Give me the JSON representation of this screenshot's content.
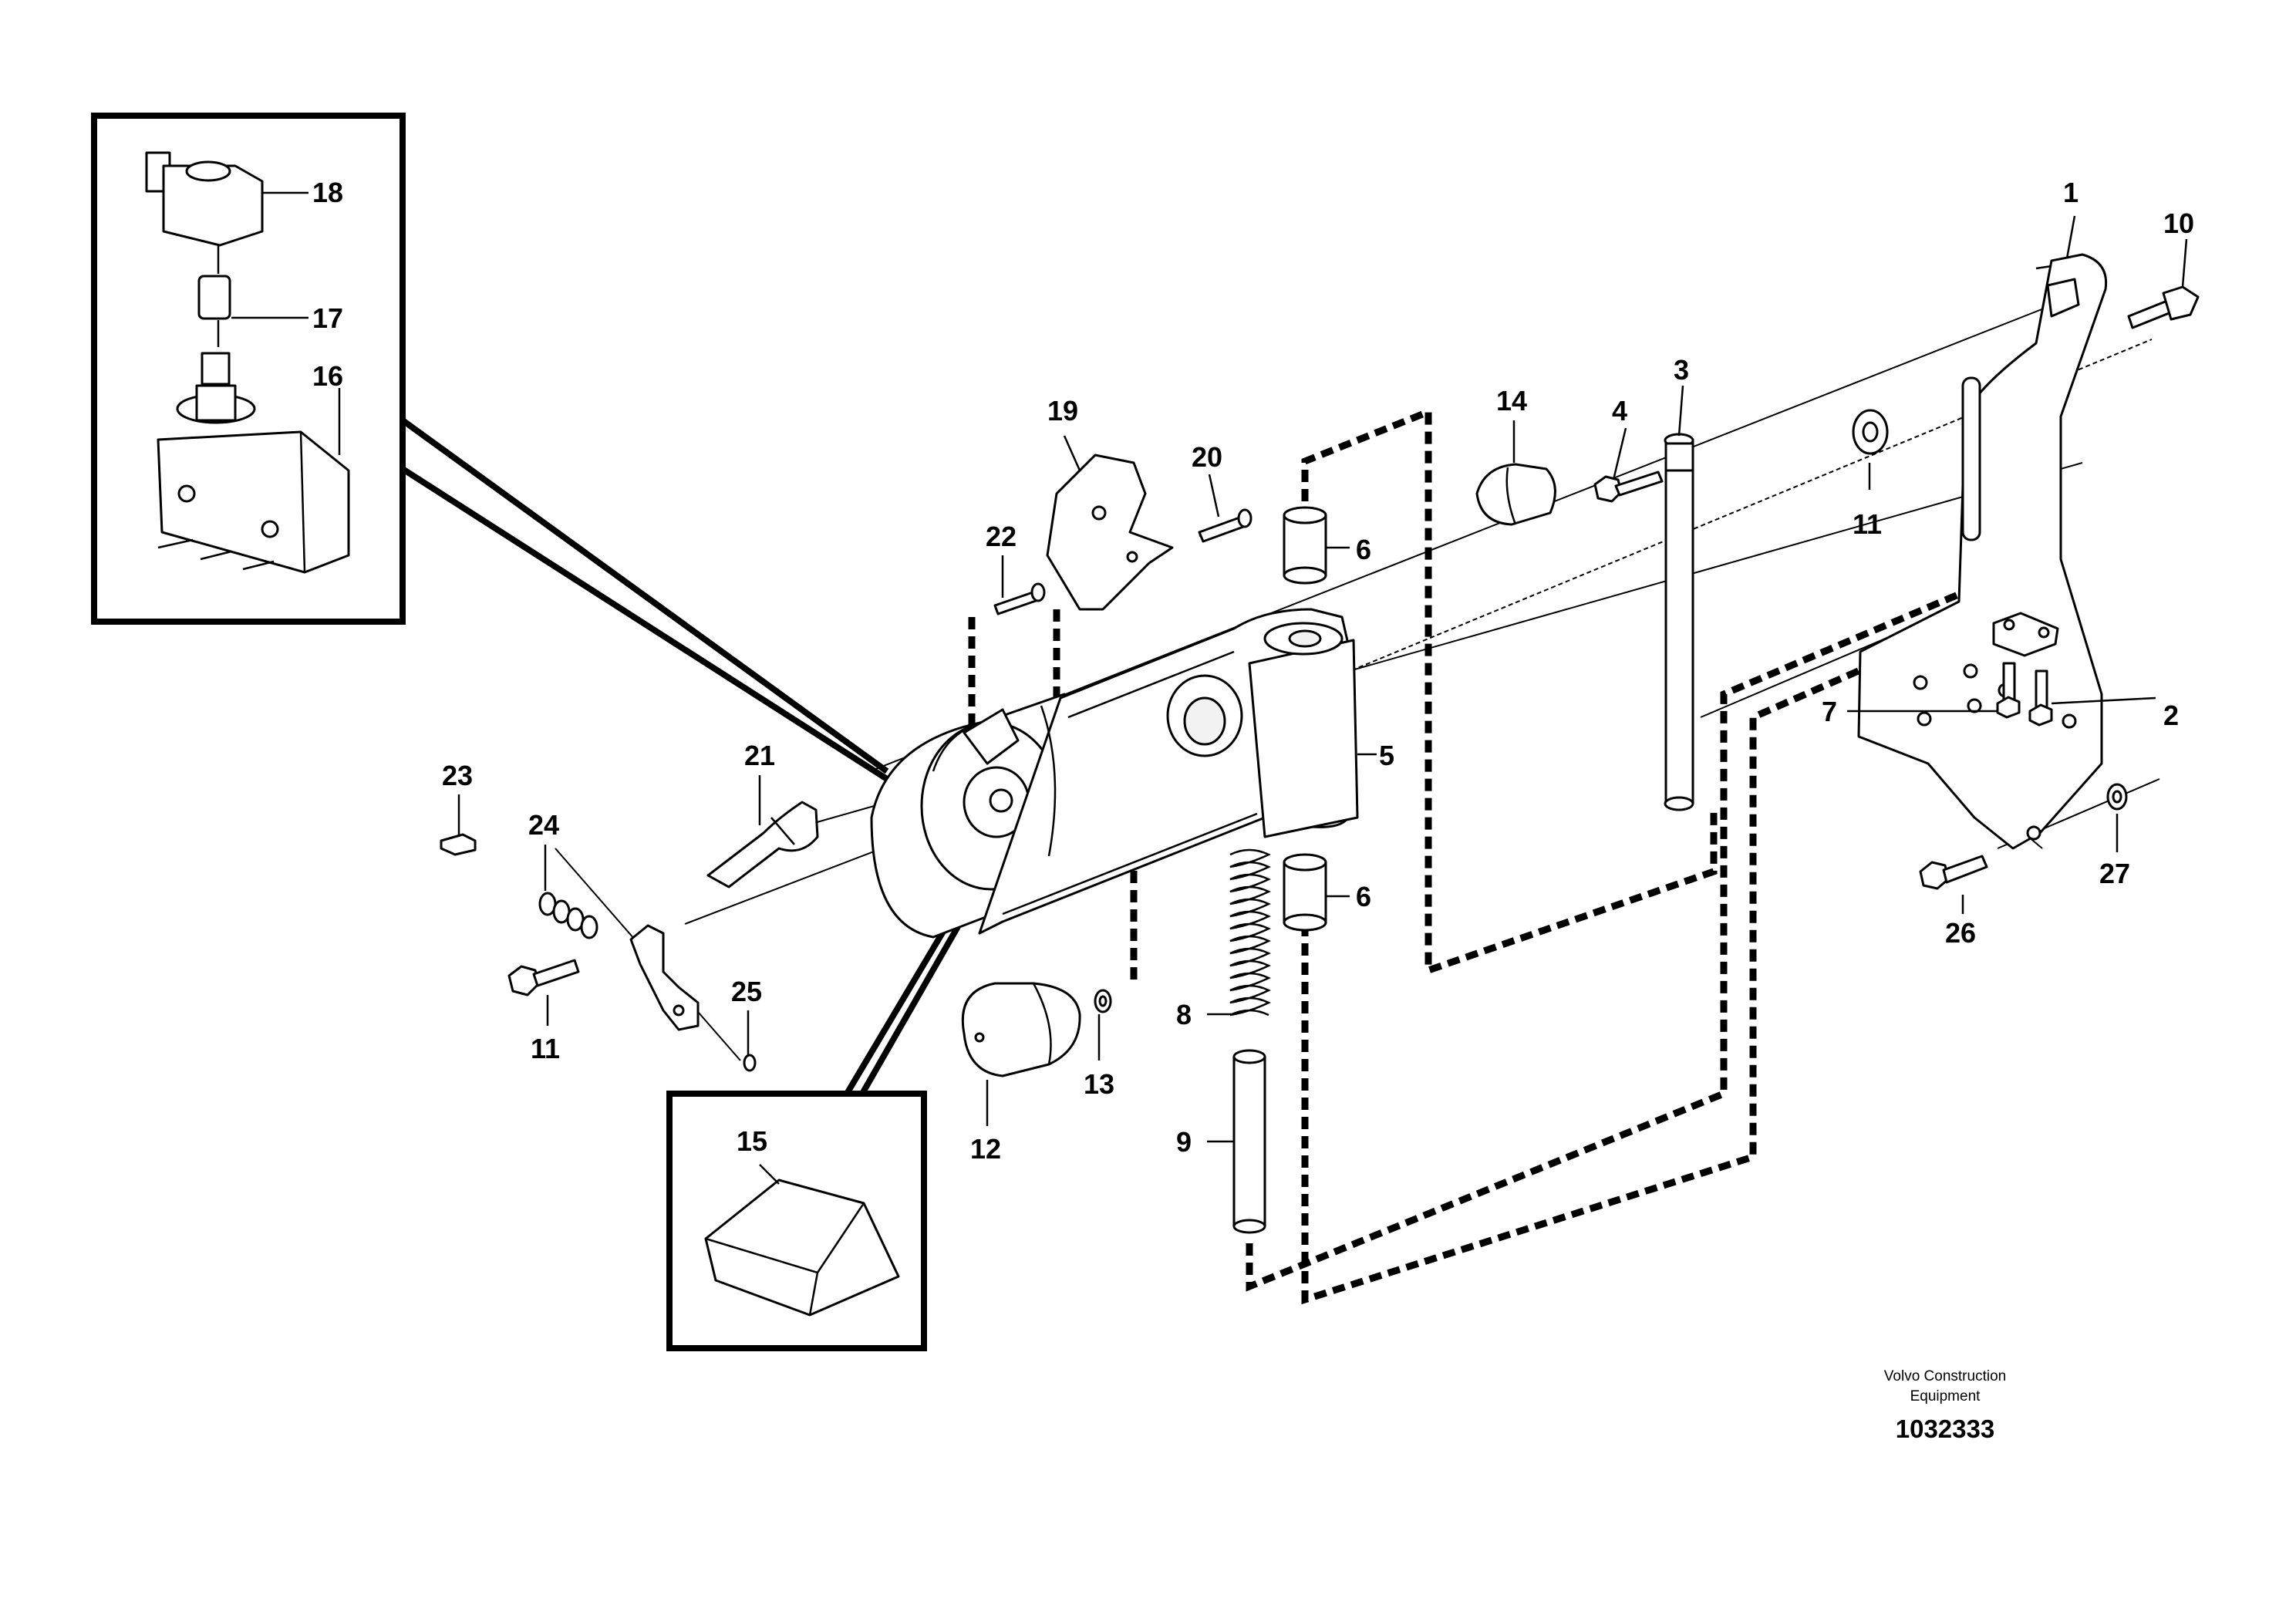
{
  "callouts": {
    "c1": "1",
    "c2": "2",
    "c3": "3",
    "c4": "4",
    "c5": "5",
    "c6a": "6",
    "c6b": "6",
    "c7": "7",
    "c8": "8",
    "c9": "9",
    "c10": "10",
    "c11a": "11",
    "c11b": "11",
    "c12": "12",
    "c13": "13",
    "c14": "14",
    "c15": "15",
    "c16": "16",
    "c17": "17",
    "c18": "18",
    "c19": "19",
    "c20": "20",
    "c21": "21",
    "c22": "22",
    "c23": "23",
    "c24": "24",
    "c25": "25",
    "c26": "26",
    "c27": "27"
  },
  "footer": {
    "company_line1": "Volvo Construction",
    "company_line2": "Equipment",
    "drawing_number": "1032333"
  },
  "colors": {
    "line": "#000000",
    "background": "#ffffff"
  }
}
